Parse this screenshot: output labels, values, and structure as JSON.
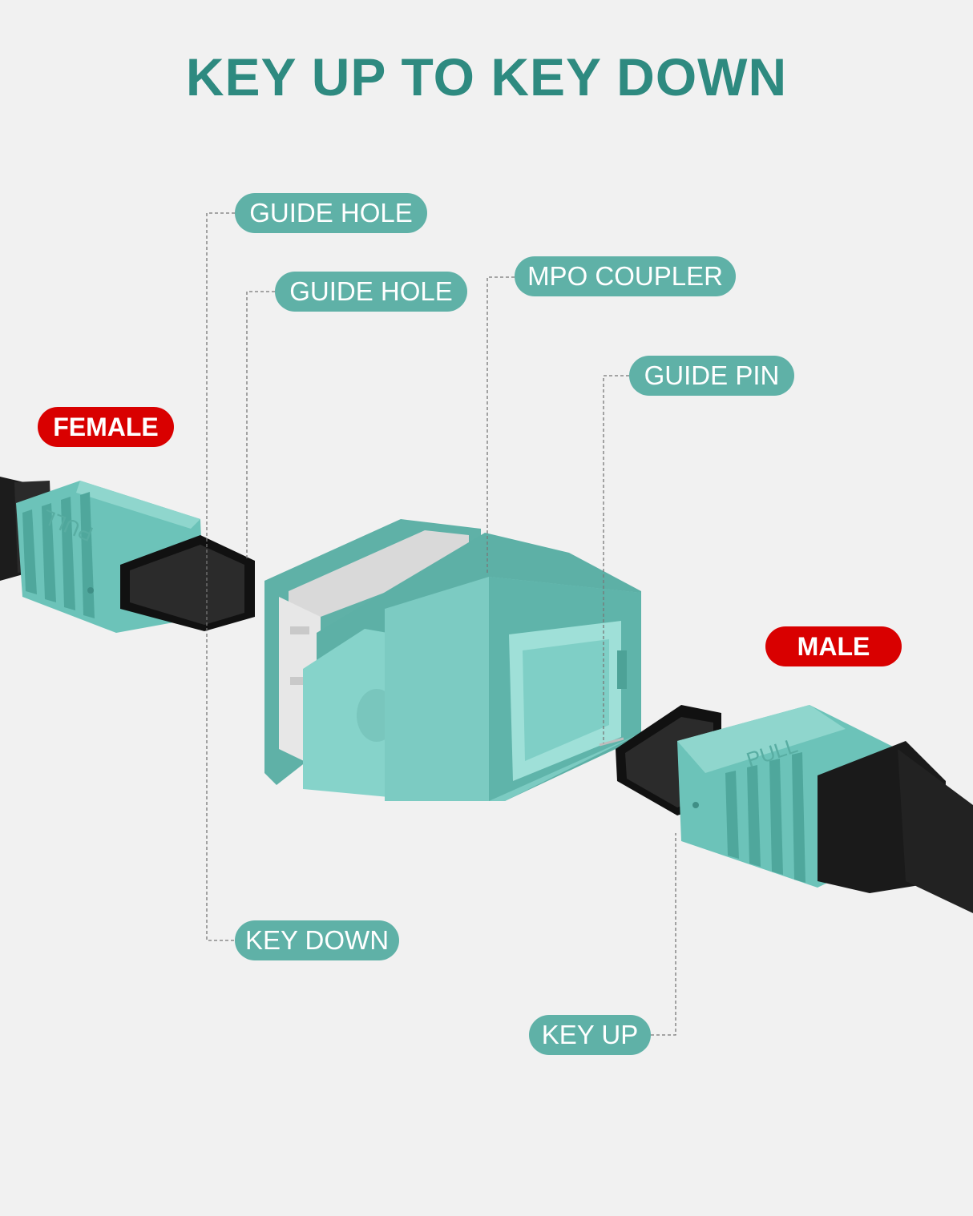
{
  "title": "KEY UP TO KEY DOWN",
  "colors": {
    "title": "#2e8a80",
    "callout_fill": "#5fb1a7",
    "tag_fill": "#d90000",
    "connector_teal": "#6cc3b9",
    "cable_black": "#1c1c1c",
    "background": "#f1f1f1"
  },
  "callouts": {
    "guide_hole_upper": "GUIDE HOLE",
    "guide_hole_lower": "GUIDE HOLE",
    "mpo_coupler": "MPO COUPLER",
    "guide_pin": "GUIDE PIN",
    "key_down": "KEY DOWN",
    "key_up": "KEY UP"
  },
  "tags": {
    "female": "FEMALE",
    "male": "MALE"
  },
  "engravings": {
    "female_pull": "PULL",
    "male_pull": "PULL"
  }
}
